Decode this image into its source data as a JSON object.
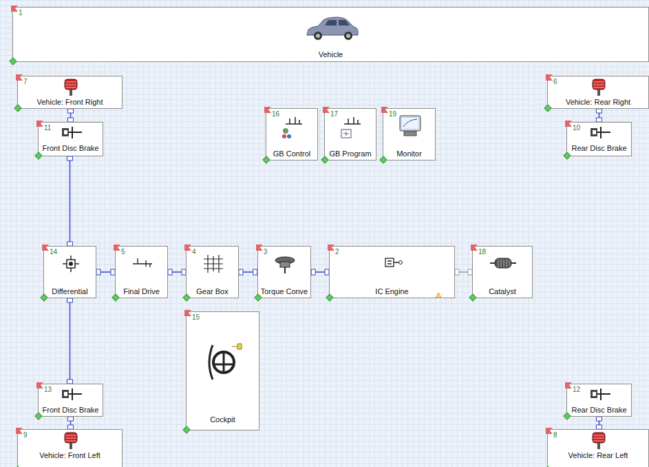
{
  "diagram": {
    "nodes": [
      {
        "text": [
          "1",
          "Vehicle"
        ]
      },
      {
        "text": [
          "7",
          "Vehicle: Front Right"
        ]
      },
      {
        "text": [
          "6",
          "Vehicle: Rear Right"
        ]
      },
      {
        "text": [
          "11",
          "Front Disc Brake"
        ]
      },
      {
        "text": [
          "16",
          "GB Control"
        ]
      },
      {
        "text": [
          "17",
          "GB Program"
        ]
      },
      {
        "text": [
          "19",
          "Monitor"
        ]
      },
      {
        "text": [
          "10",
          "Rear Disc Brake"
        ]
      },
      {
        "text": [
          "14",
          "Differential"
        ]
      },
      {
        "text": [
          "5",
          "Final Drive"
        ]
      },
      {
        "text": [
          "4",
          "Gear Box"
        ]
      },
      {
        "text": [
          "3",
          "Torque Conve"
        ]
      },
      {
        "text": [
          "2",
          "IC Engine"
        ]
      },
      {
        "text": [
          "18",
          "Catalyst"
        ]
      },
      {
        "text": [
          "15",
          "Cockpit"
        ]
      },
      {
        "text": [
          "13",
          "Front Disc Brake"
        ]
      },
      {
        "text": [
          "12",
          "Rear Disc Brake"
        ]
      },
      {
        "text": [
          "9",
          "Vehicle: Front Left"
        ]
      },
      {
        "text": [
          "8",
          "Vehicle: Rear Left"
        ]
      }
    ],
    "edges": [
      {
        "from": 1,
        "to": 3,
        "arrow": "none"
      },
      {
        "from": 3,
        "to": 8,
        "arrow": "none"
      },
      {
        "from": 8,
        "to": 15,
        "arrow": "none"
      },
      {
        "from": 15,
        "to": 17,
        "arrow": "none"
      },
      {
        "from": 2,
        "to": 7,
        "arrow": "none"
      },
      {
        "from": 16,
        "to": 18,
        "arrow": "none"
      },
      {
        "from": 9,
        "to": 8,
        "arrow": "none"
      },
      {
        "from": 10,
        "to": 9,
        "arrow": "none"
      },
      {
        "from": 11,
        "to": 10,
        "arrow": "none"
      },
      {
        "from": 12,
        "to": 11,
        "arrow": "none"
      },
      {
        "from": 12,
        "to": 13,
        "arrow": "none"
      }
    ]
  }
}
